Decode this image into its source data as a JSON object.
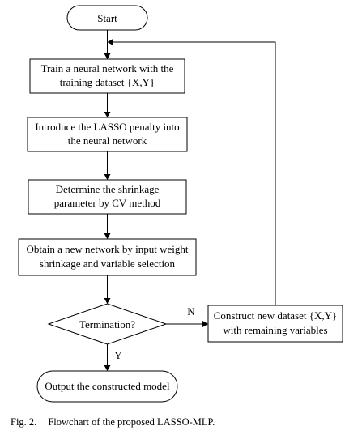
{
  "flowchart": {
    "start": "Start",
    "steps": [
      {
        "line1": "Train a neural network with the",
        "line2": "training dataset {X,Y}"
      },
      {
        "line1": "Introduce the LASSO penalty into",
        "line2": "the neural network"
      },
      {
        "line1": "Determine the shrinkage",
        "line2": "parameter by CV method"
      },
      {
        "line1": "Obtain a new network by input weight",
        "line2": "shrinkage and variable selection"
      }
    ],
    "decision": "Termination?",
    "no_label": "N",
    "yes_label": "Y",
    "loop_box": {
      "line1": "Construct new dataset {X,Y}",
      "line2": "with remaining variables"
    },
    "end": "Output the constructed model"
  },
  "caption": {
    "label": "Fig. 2.",
    "text": "Flowchart of the proposed LASSO-MLP."
  }
}
